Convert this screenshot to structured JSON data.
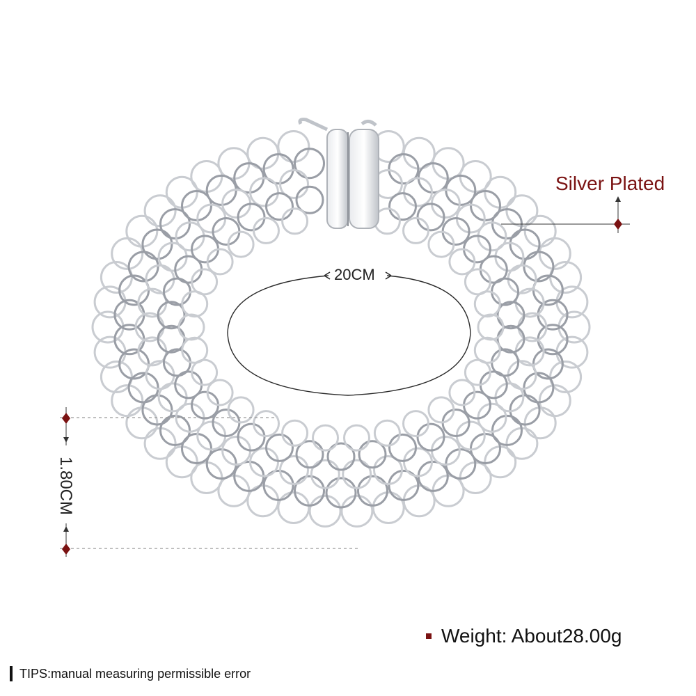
{
  "product": {
    "material": "Silver Plated",
    "length": "20CM",
    "width": "1.80CM",
    "weight": "Weight: About28.00g",
    "tips": "TIPS:manual measuring permissible error"
  },
  "colors": {
    "accent": "#7a1212",
    "silver": "#c9ccd1",
    "silver_dark": "#9a9ea6"
  },
  "image": {
    "subject": "bracelet-photo"
  }
}
